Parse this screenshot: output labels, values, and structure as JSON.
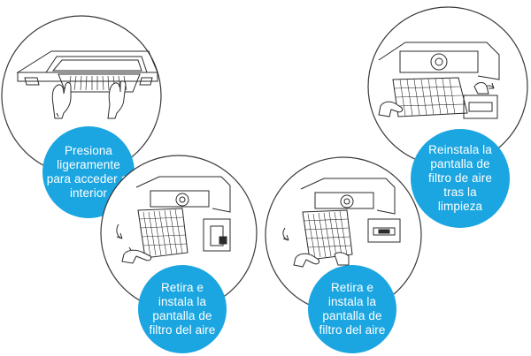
{
  "colors": {
    "bubble": "#1ba6e1",
    "line": "#2b2b2b",
    "outline": "#3a3a3a"
  },
  "steps": [
    {
      "caption": "Presiona\nligeramente\npara acceder al\ninterior",
      "icon": "hands-pressing-grille"
    },
    {
      "caption": "Retira e\ninstala la\npantalla de\nfiltro del aire",
      "icon": "filter-removal"
    },
    {
      "caption": "Retira e\ninstala la\npantalla de\nfiltro del aire",
      "icon": "filter-installation"
    },
    {
      "caption": "Reinstala la\npantalla de\nfiltro de aire\ntras la\nlimpieza",
      "icon": "filter-reinstall"
    }
  ]
}
